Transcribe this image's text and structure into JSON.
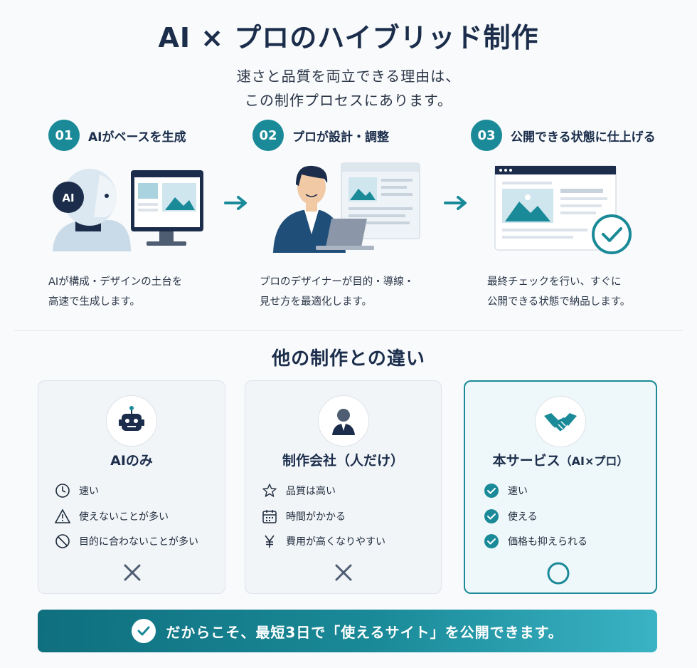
{
  "title": "AI × プロのハイブリッド制作",
  "subtitle": {
    "line1": "速さと品質を両立できる理由は、",
    "line2": "この制作プロセスにあります。"
  },
  "steps": [
    {
      "num": "01",
      "title": "AIがベースを生成",
      "desc1": "AIが構成・デザインの土台を",
      "desc2": "高速で生成します。",
      "badge_text": "AI"
    },
    {
      "num": "02",
      "title": "プロが設計・調整",
      "desc1": "プロのデザイナーが目的・導線・",
      "desc2": "見せ方を最適化します。"
    },
    {
      "num": "03",
      "title": "公開できる状態に仕上げる",
      "desc1": "最終チェックを行い、すぐに",
      "desc2": "公開できる状態で納品します。"
    }
  ],
  "comparison": {
    "title": "他の制作との違い",
    "cards": [
      {
        "title": "AIのみ",
        "icon": "robot-icon",
        "features": [
          {
            "icon": "clock-icon",
            "text": "速い"
          },
          {
            "icon": "warning-icon",
            "text": "使えないことが多い"
          },
          {
            "icon": "prohibited-icon",
            "text": "目的に合わないことが多い"
          }
        ],
        "verdict": "×"
      },
      {
        "title": "制作会社（人だけ）",
        "icon": "person-icon",
        "features": [
          {
            "icon": "star-icon",
            "text": "品質は高い"
          },
          {
            "icon": "calendar-icon",
            "text": "時間がかかる"
          },
          {
            "icon": "yen-icon",
            "text": "費用が高くなりやすい"
          }
        ],
        "verdict": "×"
      },
      {
        "title": "本サービス",
        "title_paren": "（AI×プロ）",
        "icon": "handshake-icon",
        "features": [
          {
            "icon": "check-circle-icon",
            "text": "速い"
          },
          {
            "icon": "check-circle-icon",
            "text": "使える"
          },
          {
            "icon": "check-circle-icon",
            "text": "価格も抑えられる"
          }
        ],
        "verdict": "○"
      }
    ]
  },
  "banner": {
    "text": "だからこそ、最短3日で「使えるサイト」を公開できます。"
  },
  "colors": {
    "accent": "#1a8a98",
    "navy": "#1b2d4b",
    "text": "#1e2b3c",
    "bg": "#f8fafb"
  }
}
